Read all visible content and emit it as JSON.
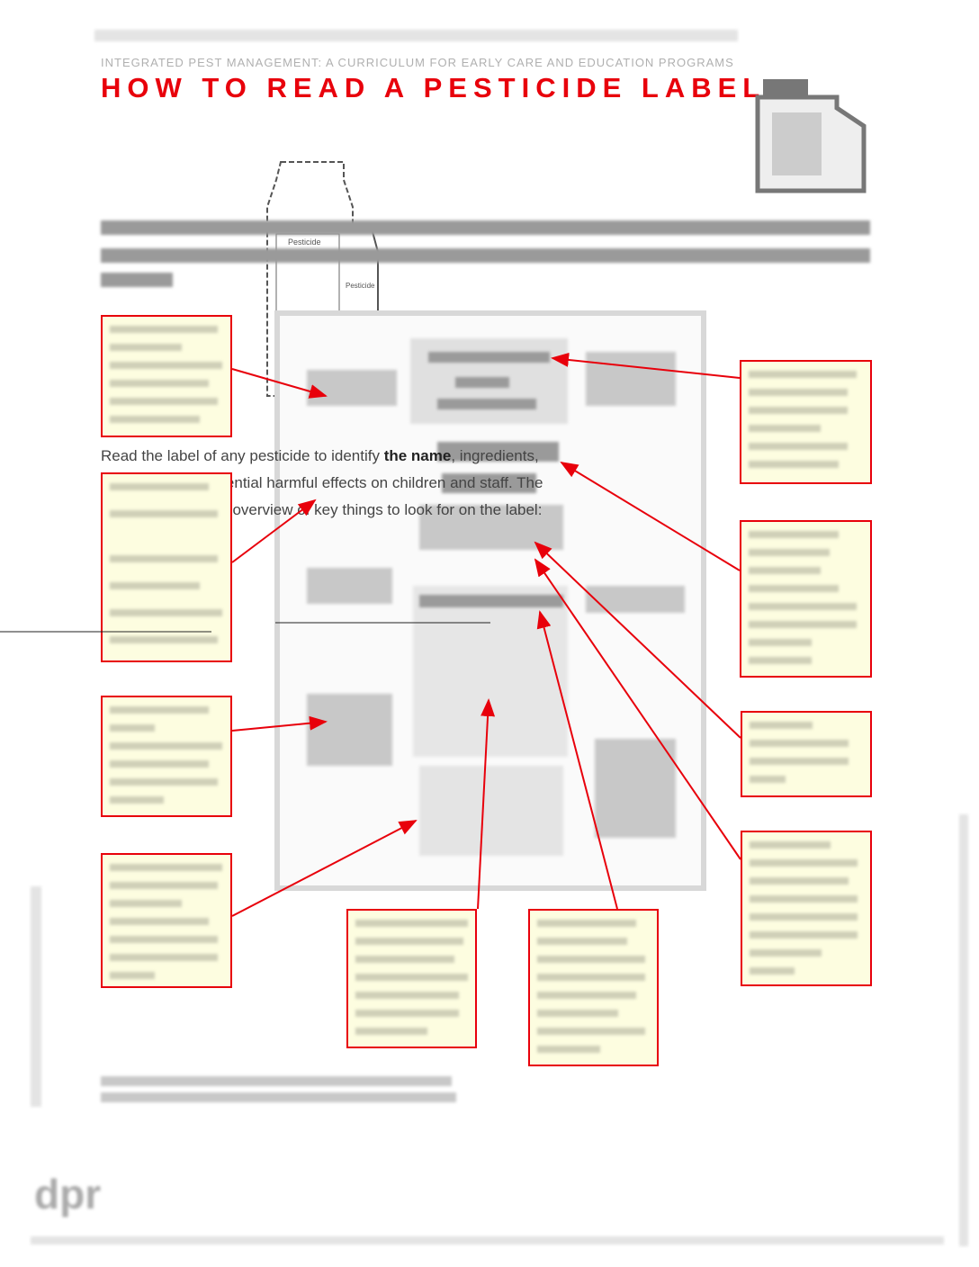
{
  "header": {
    "running_title": "INTEGRATED PEST MANAGEMENT: A CURRICULUM FOR EARLY CARE AND EDUCATION PROGRAMS",
    "title": "HOW TO READ A PESTICIDE LABEL"
  },
  "intro": {
    "text_before": "Read the label of any pesticide to identify ",
    "bold": "the name",
    "text_after": ", ingredients, directions, and potential harmful effects on children and staff. The following is a quick overview of key things to look for on the label:"
  },
  "illustration": {
    "bottle_label_1": "Pesticide",
    "bottle_label_2": "Pesticide"
  },
  "colors": {
    "accent": "#e8000b",
    "callout_bg": "#fdfde0"
  }
}
